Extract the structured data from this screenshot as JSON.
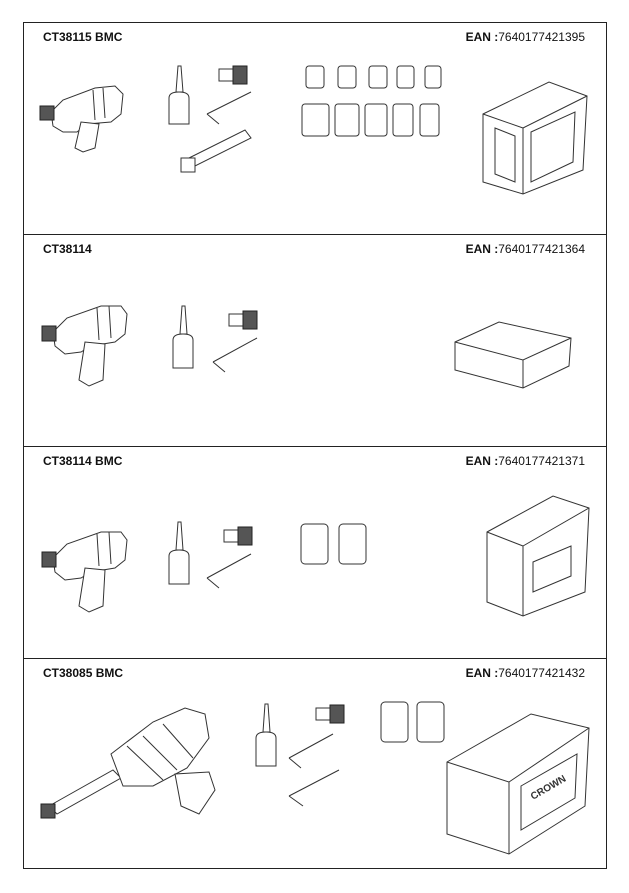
{
  "sections": [
    {
      "code": "CT38115 BMC",
      "ean_label": "EAN :",
      "ean_value": "7640177421395"
    },
    {
      "code": "CT38114",
      "ean_label": "EAN :",
      "ean_value": "7640177421364"
    },
    {
      "code": "CT38114 BMC",
      "ean_label": "EAN :",
      "ean_value": "7640177421371"
    },
    {
      "code": "CT38085 BMC",
      "ean_label": "EAN :",
      "ean_value": "7640177421432"
    }
  ],
  "case_logo": "CROWN"
}
